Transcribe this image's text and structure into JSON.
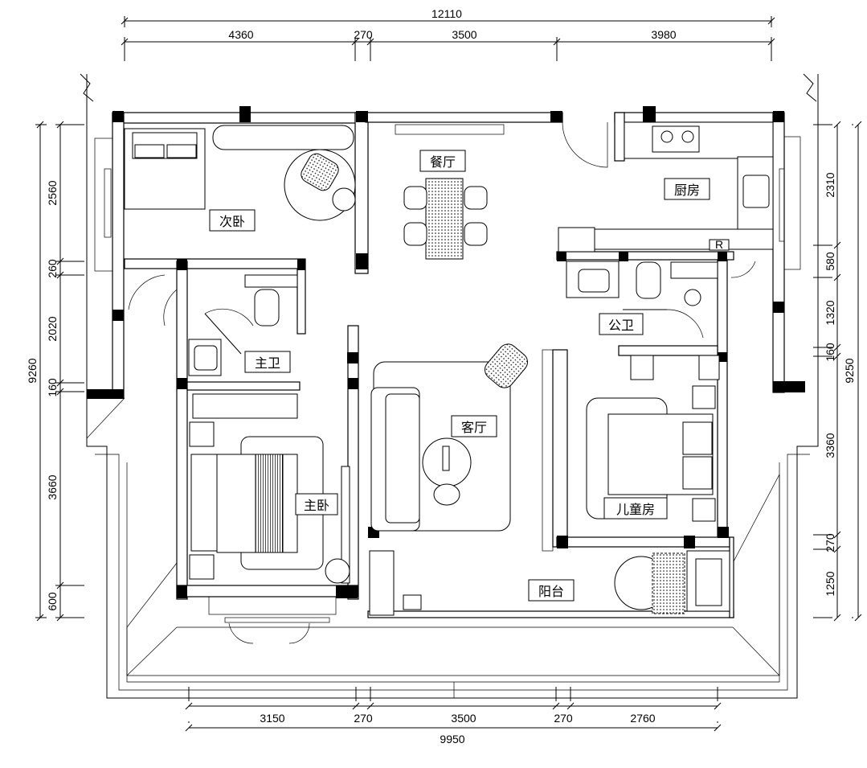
{
  "title": "Apartment floor plan",
  "dimensions": {
    "top_total": "12110",
    "top_segments": [
      "4360",
      "270",
      "3500",
      "3980"
    ],
    "bottom_segments": [
      "3150",
      "270",
      "3500",
      "270",
      "2760"
    ],
    "bottom_total": "9950",
    "left_total": "9260",
    "left_segments": [
      "2560",
      "260",
      "2020",
      "160",
      "3660",
      "600"
    ],
    "right_total": "9250",
    "right_segments": [
      "2310",
      "580",
      "1320",
      "160",
      "3360",
      "270",
      "1250"
    ]
  },
  "rooms": {
    "second_bedroom": "次卧",
    "dining": "餐厅",
    "kitchen": "厨房",
    "master_bath": "主卫",
    "public_bath": "公卫",
    "living": "客厅",
    "master_bedroom": "主卧",
    "kids_room": "儿童房",
    "balcony": "阳台"
  },
  "fridge_mark": "R"
}
